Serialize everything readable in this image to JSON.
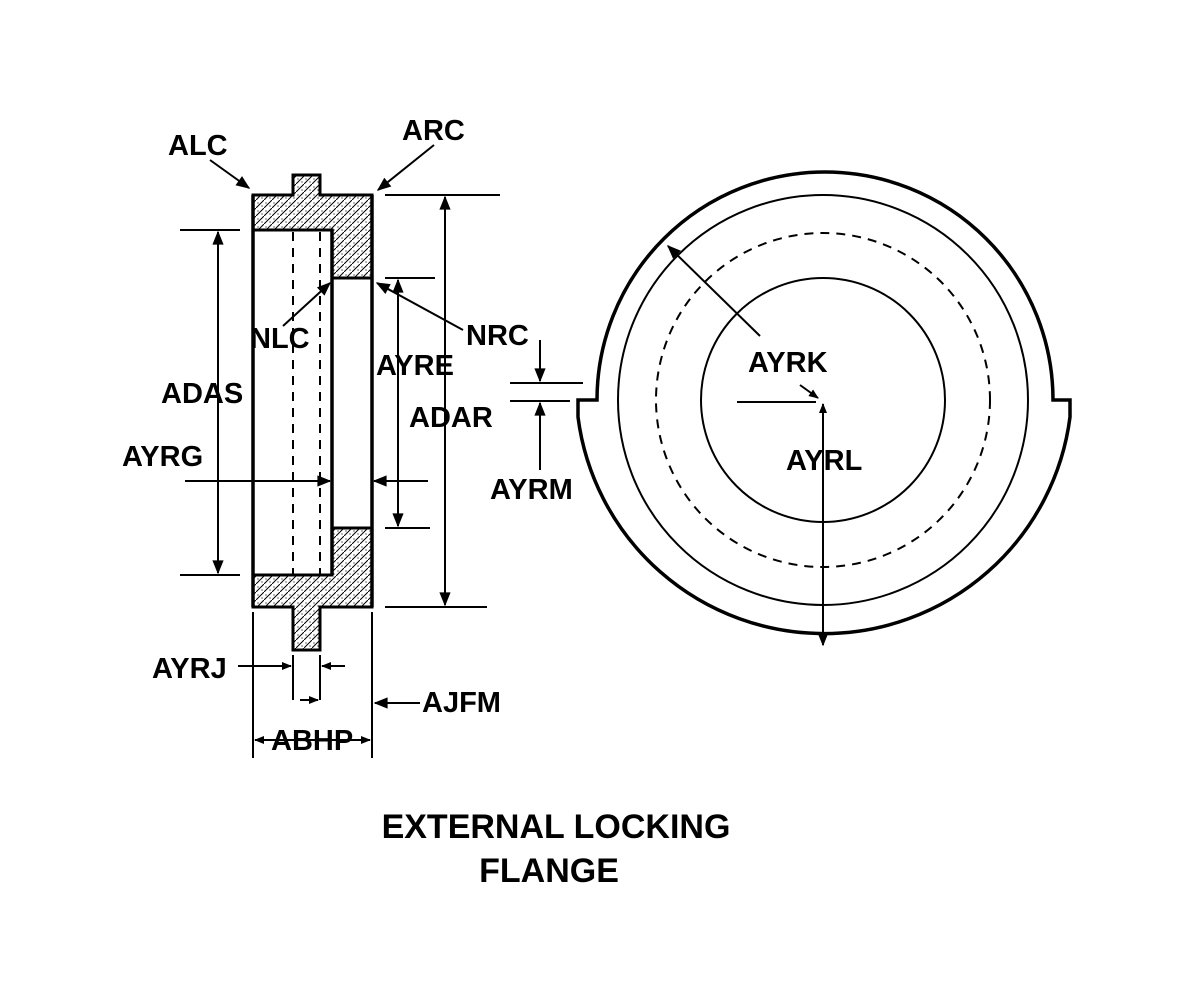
{
  "title": {
    "line1": "EXTERNAL LOCKING",
    "line2": "FLANGE"
  },
  "labels": {
    "alc": "ALC",
    "arc": "ARC",
    "nlc": "NLC",
    "nrc": "NRC",
    "adas": "ADAS",
    "ayre": "AYRE",
    "adar": "ADAR",
    "ayrg": "AYRG",
    "ayrm": "AYRM",
    "ayrk": "AYRK",
    "ayrl": "AYRL",
    "ayrj": "AYRJ",
    "ajfm": "AJFM",
    "abhp": "ABHP"
  },
  "colors": {
    "ink": "#000000",
    "background": "#ffffff"
  }
}
